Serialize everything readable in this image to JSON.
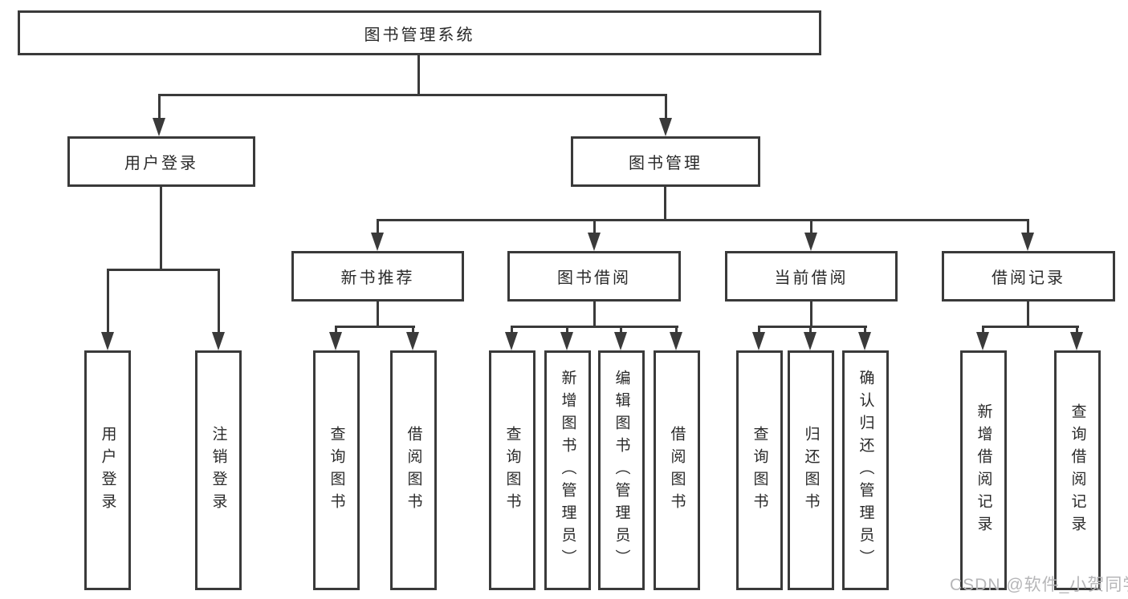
{
  "colors": {
    "line": "#3a3a3a",
    "text": "#2a2a2a",
    "watermark": "#b6b6b8",
    "bg": "#ffffff"
  },
  "nodes": {
    "root": {
      "label": "图书管理系统"
    },
    "user_branch": {
      "label": "用户登录",
      "children": [
        {
          "label": "用户登录"
        },
        {
          "label": "注销登录"
        }
      ]
    },
    "book_branch": {
      "label": "图书管理",
      "sections": [
        {
          "label": "新书推荐",
          "children": [
            {
              "label": "查询图书"
            },
            {
              "label": "借阅图书"
            }
          ]
        },
        {
          "label": "图书借阅",
          "children": [
            {
              "label": "查询图书"
            },
            {
              "label": "新增图书（管理员）"
            },
            {
              "label": "编辑图书（管理员）"
            },
            {
              "label": "借阅图书"
            }
          ]
        },
        {
          "label": "当前借阅",
          "children": [
            {
              "label": "查询图书"
            },
            {
              "label": "归还图书"
            },
            {
              "label": "确认归还（管理员）"
            }
          ]
        },
        {
          "label": "借阅记录",
          "children": [
            {
              "label": "新增借阅记录"
            },
            {
              "label": "查询借阅记录"
            }
          ]
        }
      ]
    }
  },
  "watermark": {
    "text": "CSDN @软件_小贺同学"
  }
}
